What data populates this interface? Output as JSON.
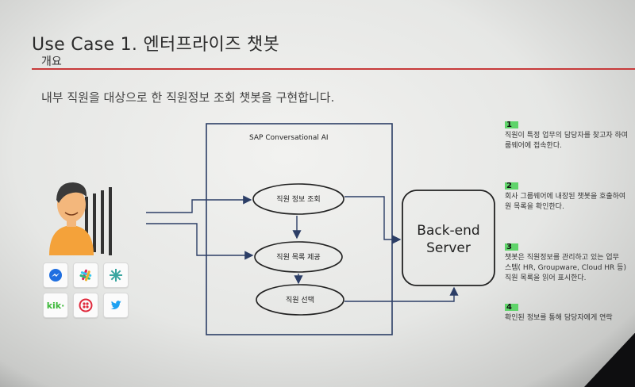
{
  "slide": {
    "title": "Use Case 1. 엔터프라이즈 챗봇",
    "subtitle": "개요",
    "lead": "내부 직원을 대상으로 한 직원정보 조회 챗봇을 구현합니다."
  },
  "diagram": {
    "platform_label": "SAP Conversational AI",
    "node_lookup": "직원 정보 조회",
    "node_list": "직원 목록 제공",
    "node_select": "직원 선택",
    "server_line1": "Back-end",
    "server_line2": "Server"
  },
  "channels": [
    "messenger-icon",
    "slack-icon",
    "zendesk-icon",
    "kik-icon",
    "twilio-icon",
    "twitter-icon"
  ],
  "kik_label": "kik·",
  "steps": [
    {
      "num": "1",
      "text": "직원이 특정 업무의 담당자를 찾고자 하여\n룹웨어에 접속한다."
    },
    {
      "num": "2",
      "text": "회사 그룹웨어에 내장된 챗봇을 호출하여\n원 목록을 확인한다."
    },
    {
      "num": "3",
      "text": "챗봇은 직원정보를 관리하고 있는 업무\n스템( HR, Groupware, Cloud HR 등)\n직원 목록을 읽어 표시한다."
    },
    {
      "num": "4",
      "text": "확인된 정보를 통해 담당자에게 연락"
    }
  ],
  "colors": {
    "accent_rule": "#c73a3a",
    "highlight": "#5fd46a",
    "box_stroke": "#2c3e66",
    "avatar_skin": "#f3b77c",
    "avatar_shirt": "#f4a23a",
    "avatar_hair": "#3a3a3a"
  }
}
